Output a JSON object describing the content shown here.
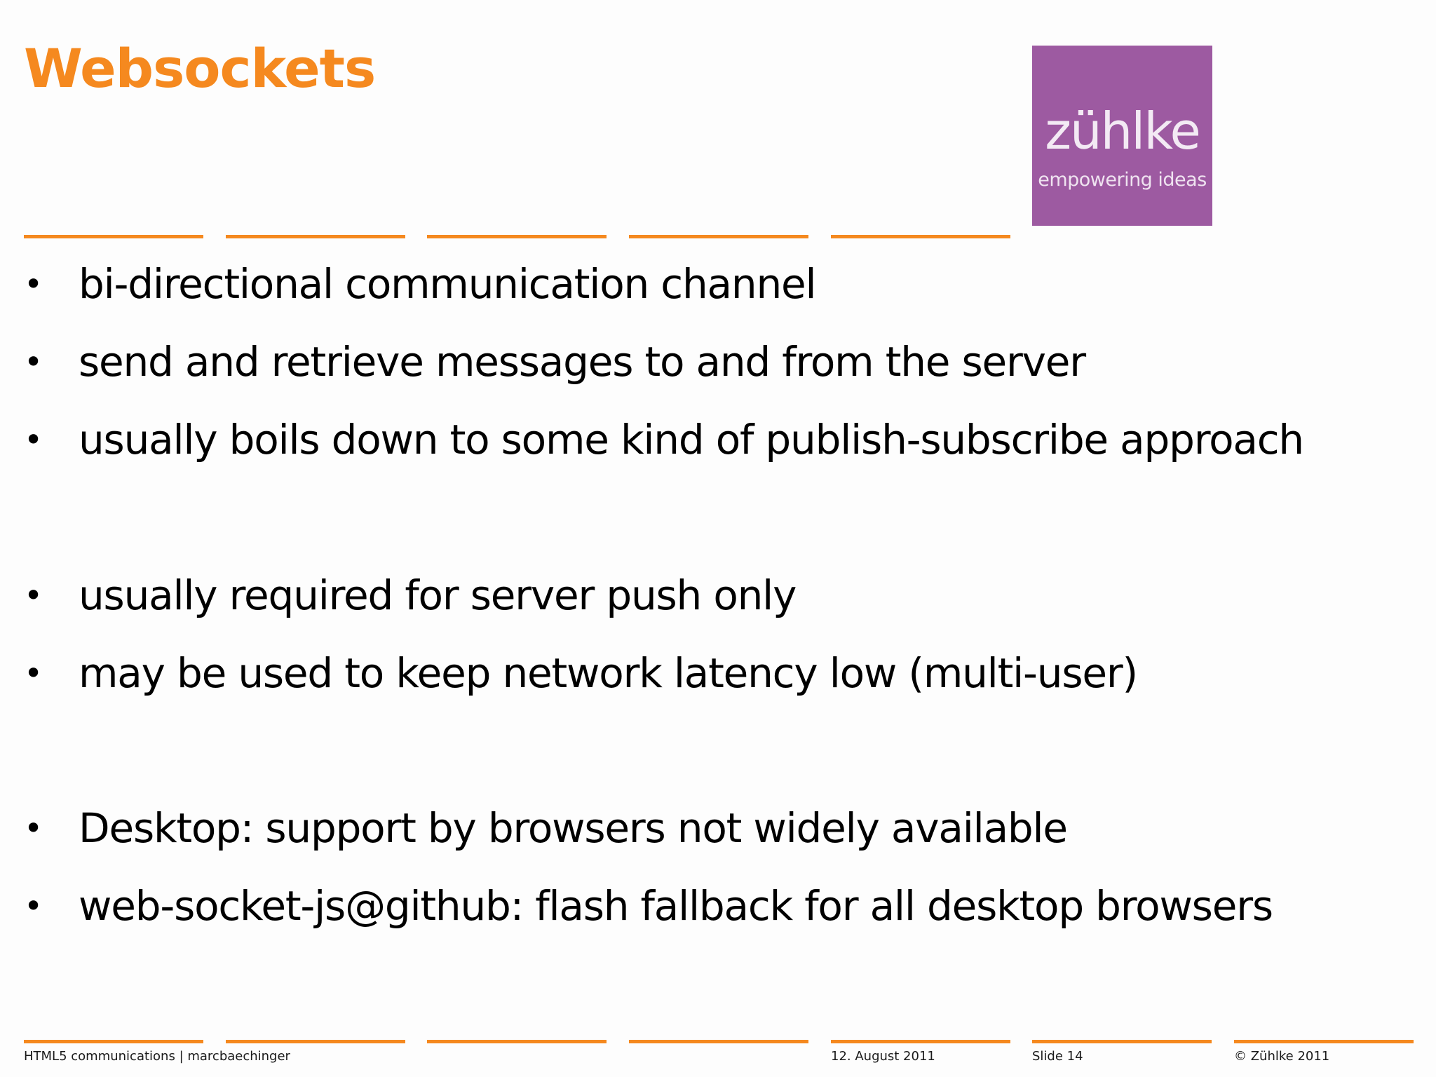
{
  "slide": {
    "title": "Websockets",
    "logo": {
      "wordmark": "zühlke",
      "tagline": "empowering ideas",
      "background": "#9d5aa1"
    },
    "accent_color": "#f5891f",
    "bullets": [
      "bi-directional communication channel",
      "send and retrieve messages to and from the server",
      "usually boils down to some kind of publish-subscribe approach",
      "usually required for server push only",
      "may be used to keep network latency low (multi-user)",
      "Desktop: support by browsers not widely available",
      "web-socket-js@github: flash fallback for all desktop browsers"
    ],
    "bullet_symbol": "•"
  },
  "footer": {
    "presentation": "HTML5 communications | marcbaechinger",
    "date": "12. August 2011",
    "slide_number": "Slide 14",
    "copyright": "© Zühlke 2011"
  }
}
